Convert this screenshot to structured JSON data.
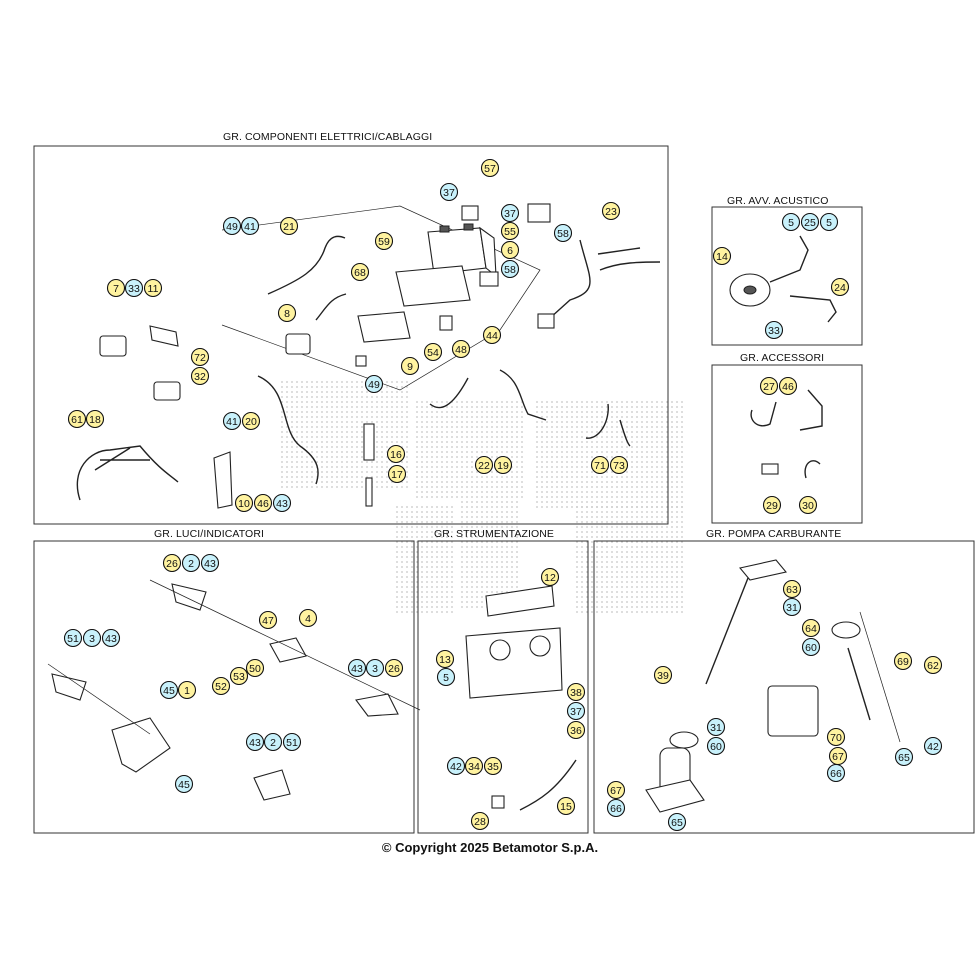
{
  "copyright": "© Copyright 2025 Betamotor S.p.A.",
  "groups": {
    "electrical": "GR. COMPONENTI ELETTRICI/CABLAGGI",
    "horn": "GR. AVV. ACUSTICO",
    "accessories": "GR. ACCESSORI",
    "lights": "GR. LUCI/INDICATORI",
    "instruments": "GR. STRUMENTAZIONE",
    "fuel_pump": "GR. POMPA CARBURANTE"
  },
  "colors": {
    "yellow": "#fff3a0",
    "cyan": "#c8f1fb",
    "ring": "#111111"
  },
  "callouts": {
    "electrical": [
      {
        "n": "57",
        "c": "y"
      },
      {
        "n": "37",
        "c": "c"
      },
      {
        "n": "37",
        "c": "c"
      },
      {
        "n": "55",
        "c": "y"
      },
      {
        "n": "58",
        "c": "c"
      },
      {
        "n": "23",
        "c": "y"
      },
      {
        "n": "6",
        "c": "y"
      },
      {
        "n": "58",
        "c": "c"
      },
      {
        "n": "59",
        "c": "y"
      },
      {
        "n": "49",
        "c": "c"
      },
      {
        "n": "41",
        "c": "c"
      },
      {
        "n": "21",
        "c": "y"
      },
      {
        "n": "68",
        "c": "y"
      },
      {
        "n": "7",
        "c": "y"
      },
      {
        "n": "33",
        "c": "c"
      },
      {
        "n": "11",
        "c": "y"
      },
      {
        "n": "8",
        "c": "y"
      },
      {
        "n": "44",
        "c": "y"
      },
      {
        "n": "9",
        "c": "y"
      },
      {
        "n": "54",
        "c": "y"
      },
      {
        "n": "48",
        "c": "y"
      },
      {
        "n": "72",
        "c": "y"
      },
      {
        "n": "32",
        "c": "y"
      },
      {
        "n": "49",
        "c": "c"
      },
      {
        "n": "41",
        "c": "c"
      },
      {
        "n": "20",
        "c": "y"
      },
      {
        "n": "61",
        "c": "y"
      },
      {
        "n": "18",
        "c": "y"
      },
      {
        "n": "16",
        "c": "y"
      },
      {
        "n": "22",
        "c": "y"
      },
      {
        "n": "19",
        "c": "y"
      },
      {
        "n": "71",
        "c": "y"
      },
      {
        "n": "73",
        "c": "y"
      },
      {
        "n": "17",
        "c": "y"
      },
      {
        "n": "10",
        "c": "y"
      },
      {
        "n": "46",
        "c": "y"
      },
      {
        "n": "43",
        "c": "c"
      }
    ],
    "horn": [
      {
        "n": "5",
        "c": "c"
      },
      {
        "n": "25",
        "c": "c"
      },
      {
        "n": "5",
        "c": "c"
      },
      {
        "n": "14",
        "c": "y"
      },
      {
        "n": "24",
        "c": "y"
      },
      {
        "n": "33",
        "c": "c"
      }
    ],
    "accessories": [
      {
        "n": "27",
        "c": "y"
      },
      {
        "n": "46",
        "c": "y"
      },
      {
        "n": "29",
        "c": "y"
      },
      {
        "n": "30",
        "c": "y"
      }
    ],
    "lights": [
      {
        "n": "26",
        "c": "y"
      },
      {
        "n": "2",
        "c": "c"
      },
      {
        "n": "43",
        "c": "c"
      },
      {
        "n": "47",
        "c": "y"
      },
      {
        "n": "4",
        "c": "y"
      },
      {
        "n": "51",
        "c": "c"
      },
      {
        "n": "3",
        "c": "c"
      },
      {
        "n": "43",
        "c": "c"
      },
      {
        "n": "50",
        "c": "y"
      },
      {
        "n": "43",
        "c": "c"
      },
      {
        "n": "3",
        "c": "c"
      },
      {
        "n": "26",
        "c": "y"
      },
      {
        "n": "53",
        "c": "y"
      },
      {
        "n": "52",
        "c": "y"
      },
      {
        "n": "45",
        "c": "c"
      },
      {
        "n": "1",
        "c": "y"
      },
      {
        "n": "43",
        "c": "c"
      },
      {
        "n": "2",
        "c": "c"
      },
      {
        "n": "51",
        "c": "c"
      },
      {
        "n": "45",
        "c": "c"
      }
    ],
    "instruments": [
      {
        "n": "12",
        "c": "y"
      },
      {
        "n": "13",
        "c": "y"
      },
      {
        "n": "5",
        "c": "c"
      },
      {
        "n": "38",
        "c": "y"
      },
      {
        "n": "37",
        "c": "c"
      },
      {
        "n": "36",
        "c": "y"
      },
      {
        "n": "42",
        "c": "c"
      },
      {
        "n": "34",
        "c": "y"
      },
      {
        "n": "35",
        "c": "y"
      },
      {
        "n": "15",
        "c": "y"
      },
      {
        "n": "28",
        "c": "y"
      }
    ],
    "fuel_pump": [
      {
        "n": "63",
        "c": "y"
      },
      {
        "n": "31",
        "c": "c"
      },
      {
        "n": "64",
        "c": "y"
      },
      {
        "n": "60",
        "c": "c"
      },
      {
        "n": "69",
        "c": "y"
      },
      {
        "n": "62",
        "c": "y"
      },
      {
        "n": "39",
        "c": "y"
      },
      {
        "n": "31",
        "c": "c"
      },
      {
        "n": "60",
        "c": "c"
      },
      {
        "n": "70",
        "c": "y"
      },
      {
        "n": "67",
        "c": "y"
      },
      {
        "n": "66",
        "c": "c"
      },
      {
        "n": "65",
        "c": "c"
      },
      {
        "n": "42",
        "c": "c"
      },
      {
        "n": "67",
        "c": "y"
      },
      {
        "n": "66",
        "c": "c"
      },
      {
        "n": "65",
        "c": "c"
      }
    ]
  }
}
